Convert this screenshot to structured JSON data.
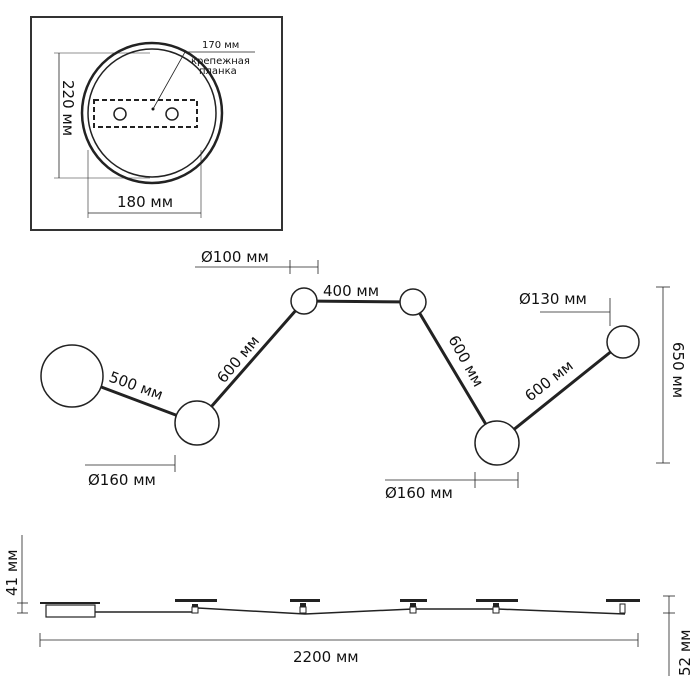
{
  "mount_view": {
    "plate_width": "170 мм",
    "plate_label_line1": "крепежная",
    "plate_label_line2": "планка",
    "height": "220 мм",
    "width": "180 мм"
  },
  "top_view": {
    "dia_small": "Ø100 мм",
    "dia_mid": "Ø130 мм",
    "dia_large_left": "Ø160 мм",
    "dia_large_right": "Ø160 мм",
    "arm_1": "500 мм",
    "arm_2": "600 мм",
    "arm_3": "400 мм",
    "arm_4": "600 мм",
    "arm_5": "600 мм",
    "total_height": "650 мм"
  },
  "side_view": {
    "base_height": "41 мм",
    "total_length": "2200 мм",
    "total_depth": "52 мм"
  },
  "colors": {
    "line": "#222222",
    "frame": "#333333"
  }
}
